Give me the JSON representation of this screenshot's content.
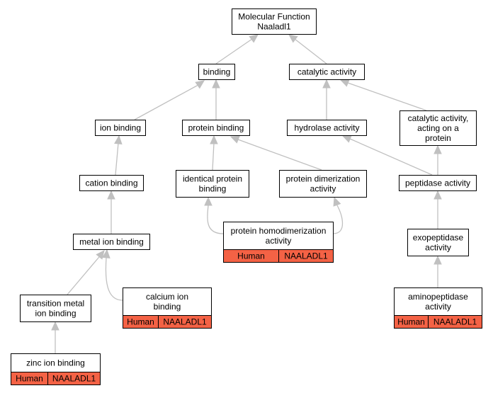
{
  "colors": {
    "annotation_fill": "#f46245",
    "edge": "#c0c0c0",
    "border": "#000000"
  },
  "nodes": {
    "molecular_function": [
      "Molecular Function",
      "Naaladl1"
    ],
    "binding": [
      "binding"
    ],
    "catalytic_activity": [
      "catalytic activity"
    ],
    "ion_binding": [
      "ion binding"
    ],
    "protein_binding": [
      "protein binding"
    ],
    "hydrolase_activity": [
      "hydrolase activity"
    ],
    "catalytic_activity_acting_on_protein": [
      "catalytic activity,",
      "acting on a",
      "protein"
    ],
    "cation_binding": [
      "cation binding"
    ],
    "identical_protein_binding": [
      "identical protein",
      "binding"
    ],
    "protein_dimerization_activity": [
      "protein dimerization",
      "activity"
    ],
    "peptidase_activity": [
      "peptidase activity"
    ],
    "metal_ion_binding": [
      "metal ion binding"
    ],
    "protein_homodimerization_activity": [
      "protein homodimerization",
      "activity"
    ],
    "exopeptidase_activity": [
      "exopeptidase",
      "activity"
    ],
    "transition_metal_ion_binding": [
      "transition metal",
      "ion binding"
    ],
    "calcium_ion_binding": [
      "calcium ion",
      "binding"
    ],
    "aminopeptidase_activity": [
      "aminopeptidase",
      "activity"
    ],
    "zinc_ion_binding": [
      "zinc ion binding"
    ]
  },
  "annotations": {
    "protein_homodimerization_activity": {
      "species": "Human",
      "gene": "NAALADL1"
    },
    "calcium_ion_binding": {
      "species": "Human",
      "gene": "NAALADL1"
    },
    "aminopeptidase_activity": {
      "species": "Human",
      "gene": "NAALADL1"
    },
    "zinc_ion_binding": {
      "species": "Human",
      "gene": "NAALADL1"
    }
  }
}
